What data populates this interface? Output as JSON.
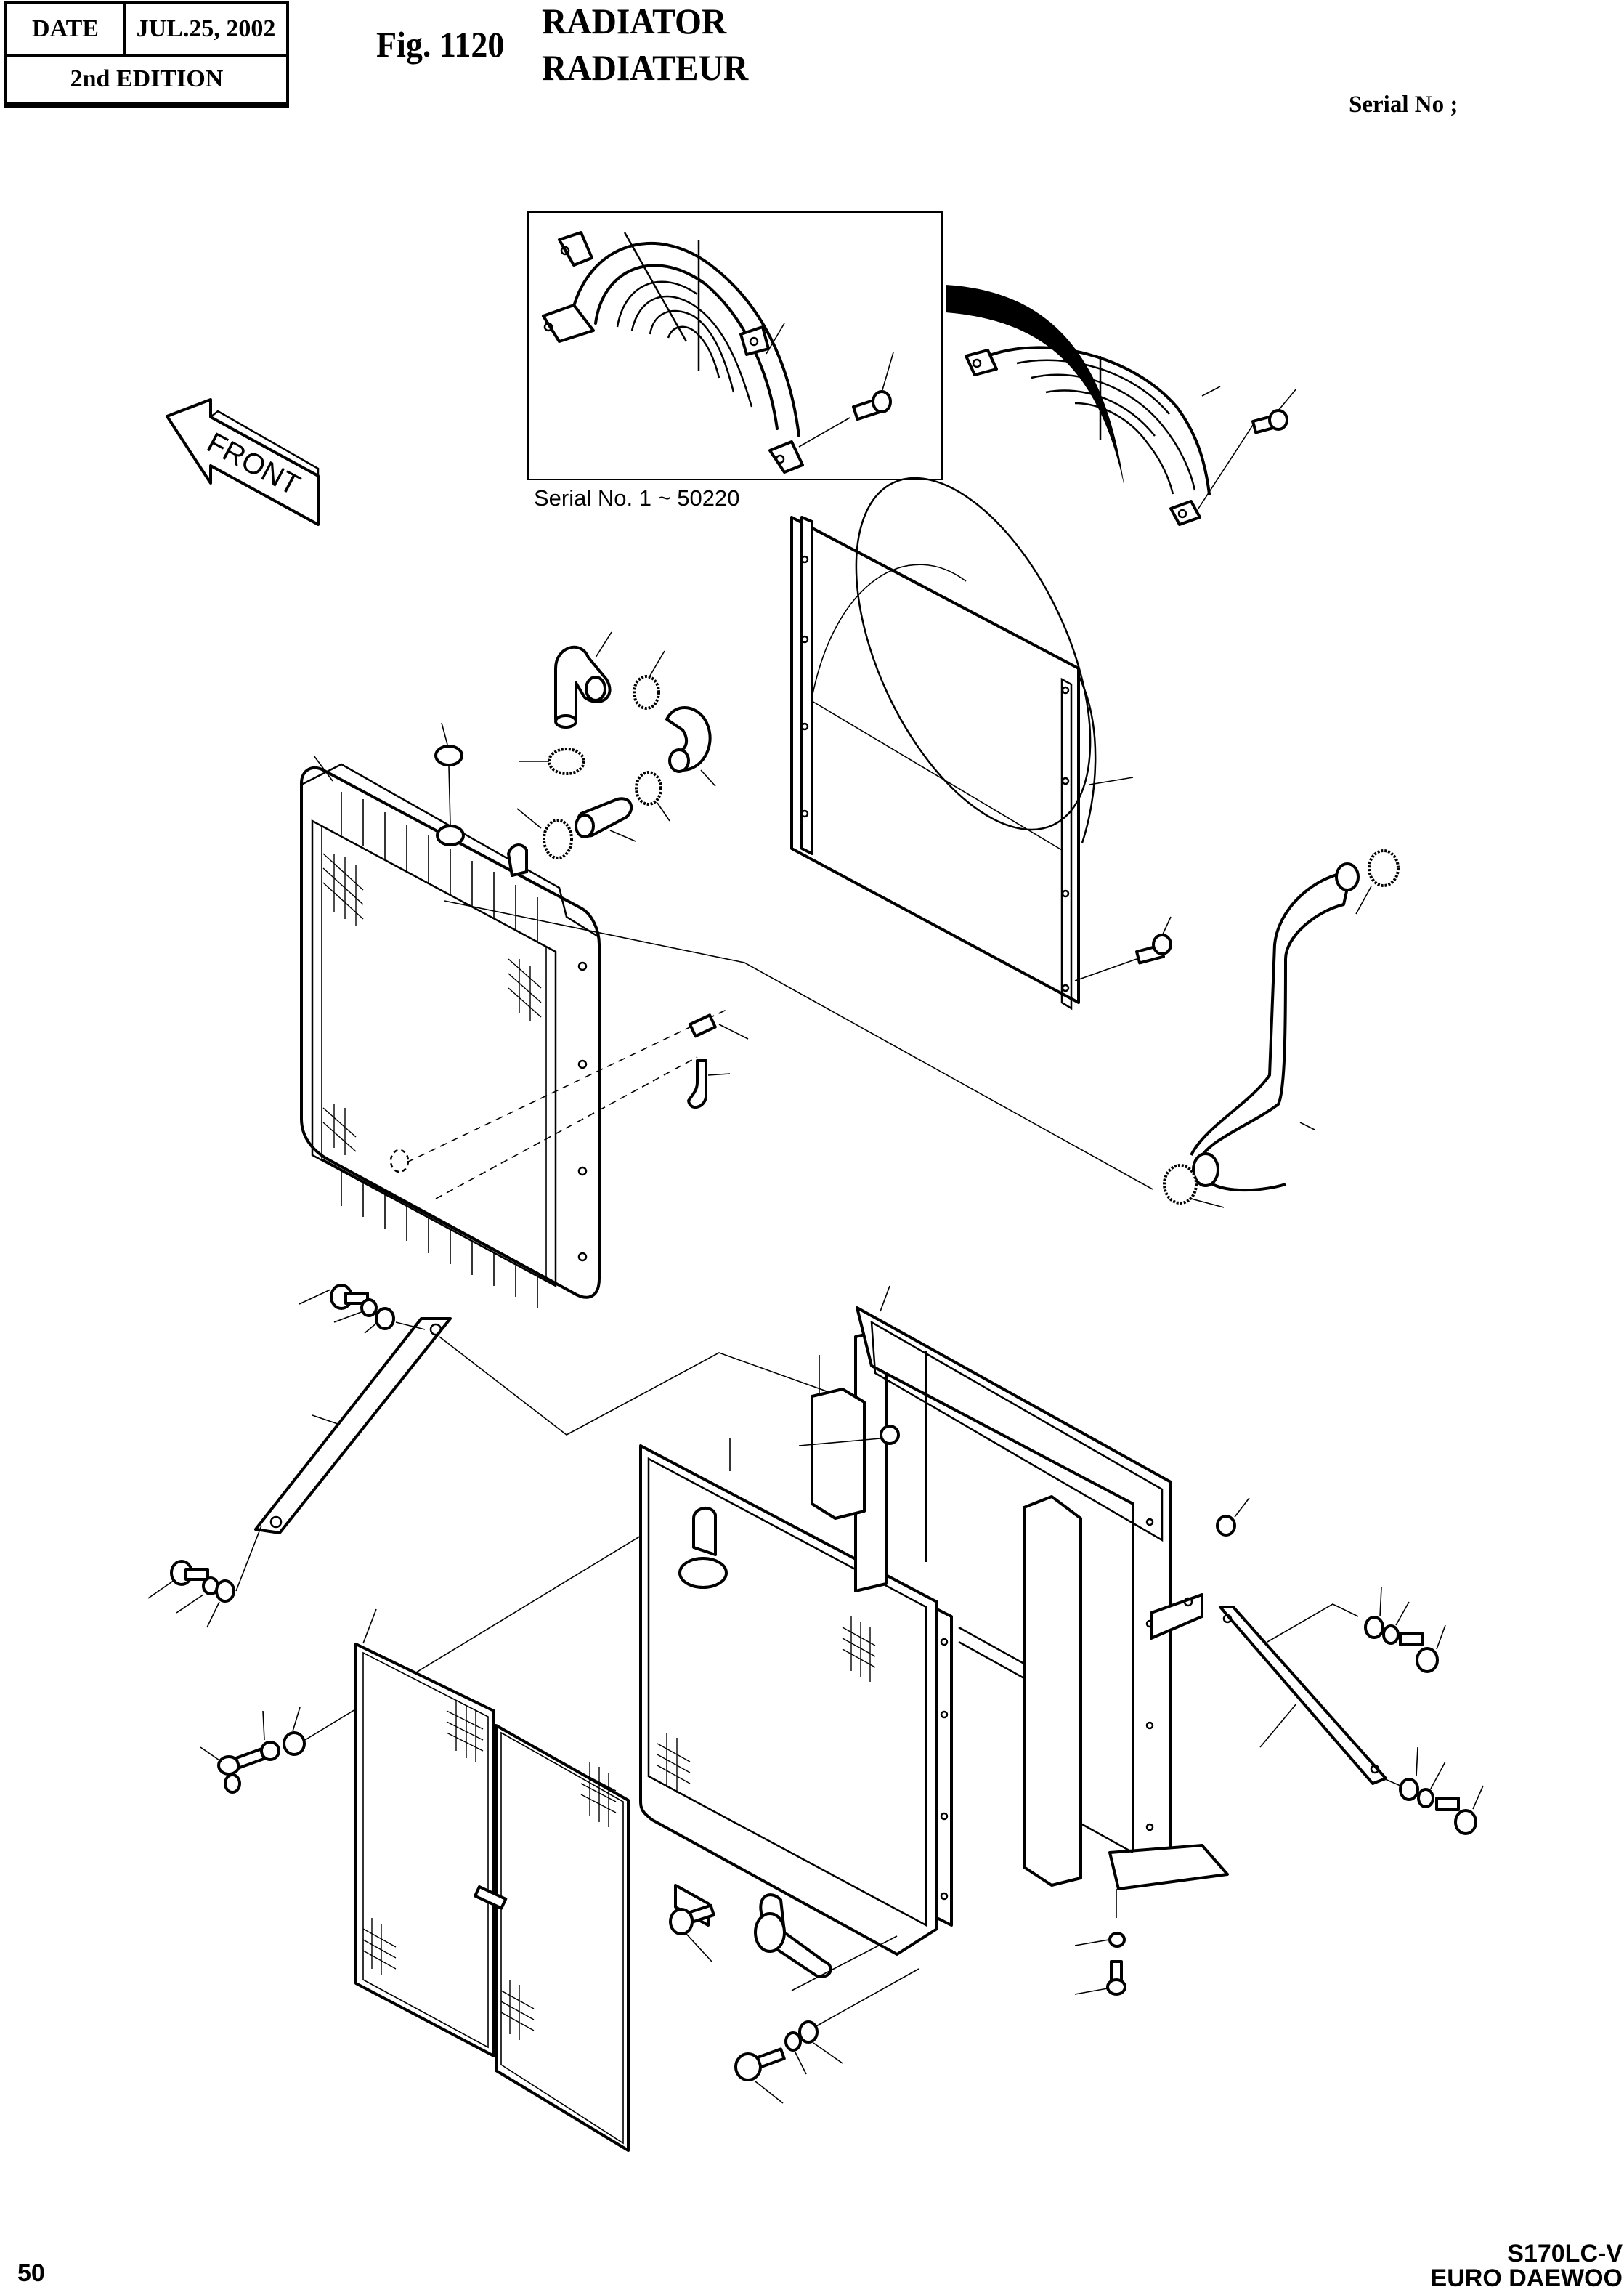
{
  "header": {
    "date_label": "DATE",
    "date_value": "JUL.25, 2002",
    "edition": "2nd EDITION",
    "figure_number": "Fig. 1120",
    "title_en": "RADIATOR",
    "title_fr": "RADIATEUR",
    "serial_label": "Serial No ;"
  },
  "drawing": {
    "direction_arrow_label": "FRONT",
    "inset_caption": "Serial No. 1 ~ 50220",
    "components": [
      "fan-guard-inset",
      "fan-guard",
      "fan-shroud",
      "radiator-core",
      "radiator-cap",
      "upper-hose",
      "lower-hose",
      "hose-clamps",
      "drain-cock",
      "drain-hose",
      "oil-cooler",
      "support-frame",
      "stay-bar-left",
      "stay-bar-right",
      "front-screens",
      "bolts-washers-nuts",
      "wing-bolt"
    ]
  },
  "footer": {
    "page_number": "50",
    "model": "S170LC-V",
    "brand": "EURO DAEWOO"
  }
}
